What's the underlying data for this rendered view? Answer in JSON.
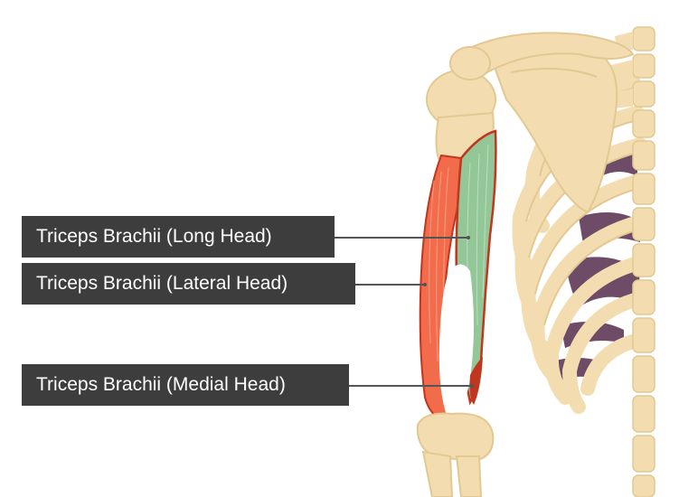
{
  "labels": {
    "long_head": "Triceps Brachii (Long Head)",
    "lateral_head": "Triceps Brachii (Lateral Head)",
    "medial_head": "Triceps Brachii (Medial Head)"
  },
  "colors": {
    "bone": "#f3ddb0",
    "bone_shadow": "#e2c891",
    "long_head_muscle": "#93c798",
    "lateral_head_muscle": "#f26b4a",
    "medial_head_muscle": "#c0361e",
    "intercostal": "#6e4b67",
    "label_background": "#3d3d3d",
    "label_text": "#ffffff"
  }
}
